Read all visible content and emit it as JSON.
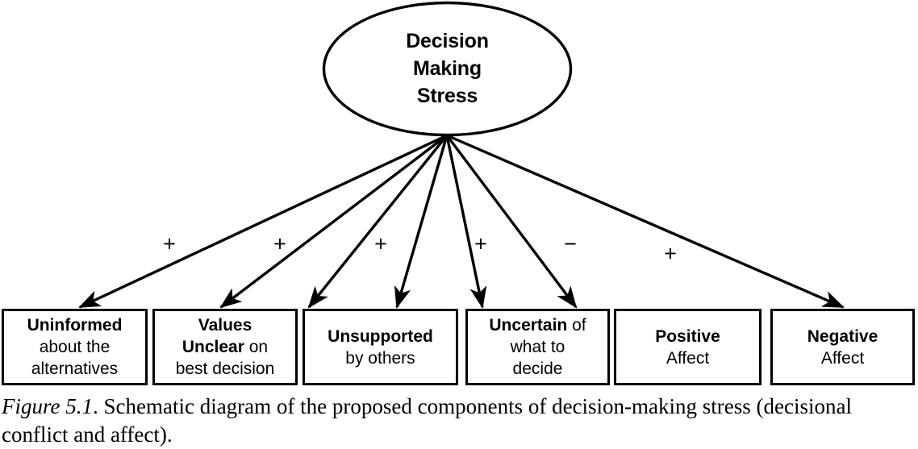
{
  "figure": {
    "root_node": {
      "shape": "ellipse",
      "lines": [
        "Decision",
        "Making",
        "Stress"
      ]
    },
    "signs": [
      {
        "symbol": "+",
        "meaning": "positive"
      },
      {
        "symbol": "+",
        "meaning": "positive"
      },
      {
        "symbol": "+",
        "meaning": "positive"
      },
      {
        "symbol": "+",
        "meaning": "positive"
      },
      {
        "symbol": "−",
        "meaning": "negative"
      },
      {
        "symbol": "+",
        "meaning": "positive"
      }
    ],
    "components": [
      {
        "lines": [
          {
            "text": "Uninformed",
            "bold": true
          },
          {
            "text": "about the",
            "bold": false
          },
          {
            "text": "alternatives",
            "bold": false
          }
        ]
      },
      {
        "lines": [
          {
            "text": "Values",
            "bold": true
          },
          {
            "text": "Unclear on",
            "bold": "mixed"
          },
          {
            "text": "best decision",
            "bold": false
          }
        ]
      },
      {
        "lines": [
          {
            "text": "Unsupported",
            "bold": true
          },
          {
            "text": "by others",
            "bold": false
          }
        ]
      },
      {
        "lines": [
          {
            "text": "Uncertain of",
            "bold": "mixed"
          },
          {
            "text": "what to",
            "bold": false
          },
          {
            "text": "decide",
            "bold": false
          }
        ]
      },
      {
        "lines": [
          {
            "text": "Positive",
            "bold": true
          },
          {
            "text": "Affect",
            "bold": false
          }
        ]
      },
      {
        "lines": [
          {
            "text": "Negative",
            "bold": true
          },
          {
            "text": "Affect",
            "bold": false
          }
        ]
      }
    ],
    "caption": {
      "label": "Figure 5.1",
      "text": ". Schematic diagram of the proposed components of decision-making stress (decisional conflict and affect)."
    },
    "colors": {
      "stroke": "#000000",
      "fill": "#ffffff",
      "text": "#000000"
    }
  },
  "box_text": {
    "b0l0": "Uninformed",
    "b0l1": "about the",
    "b0l2": "alternatives",
    "b1l0": "Values",
    "b1l1a": "Unclear",
    "b1l1b": " on",
    "b1l2": "best decision",
    "b2l0": "Unsupported",
    "b2l1": "by others",
    "b3l0a": "Uncertain",
    "b3l0b": " of",
    "b3l1": "what to",
    "b3l2": "decide",
    "b4l0": "Positive",
    "b4l1": "Affect",
    "b5l0": "Negative",
    "b5l1": "Affect"
  },
  "ellipse_text": {
    "l0": "Decision",
    "l1": "Making",
    "l2": "Stress"
  },
  "signs_text": {
    "s0": "+",
    "s1": "+",
    "s2": "+",
    "s3": "+",
    "s4": "−",
    "s5": "+"
  },
  "caption_text": {
    "label": "Figure 5.1",
    "rest": ". Schematic diagram of the proposed components of decision-making stress (decisional conflict and affect)."
  }
}
